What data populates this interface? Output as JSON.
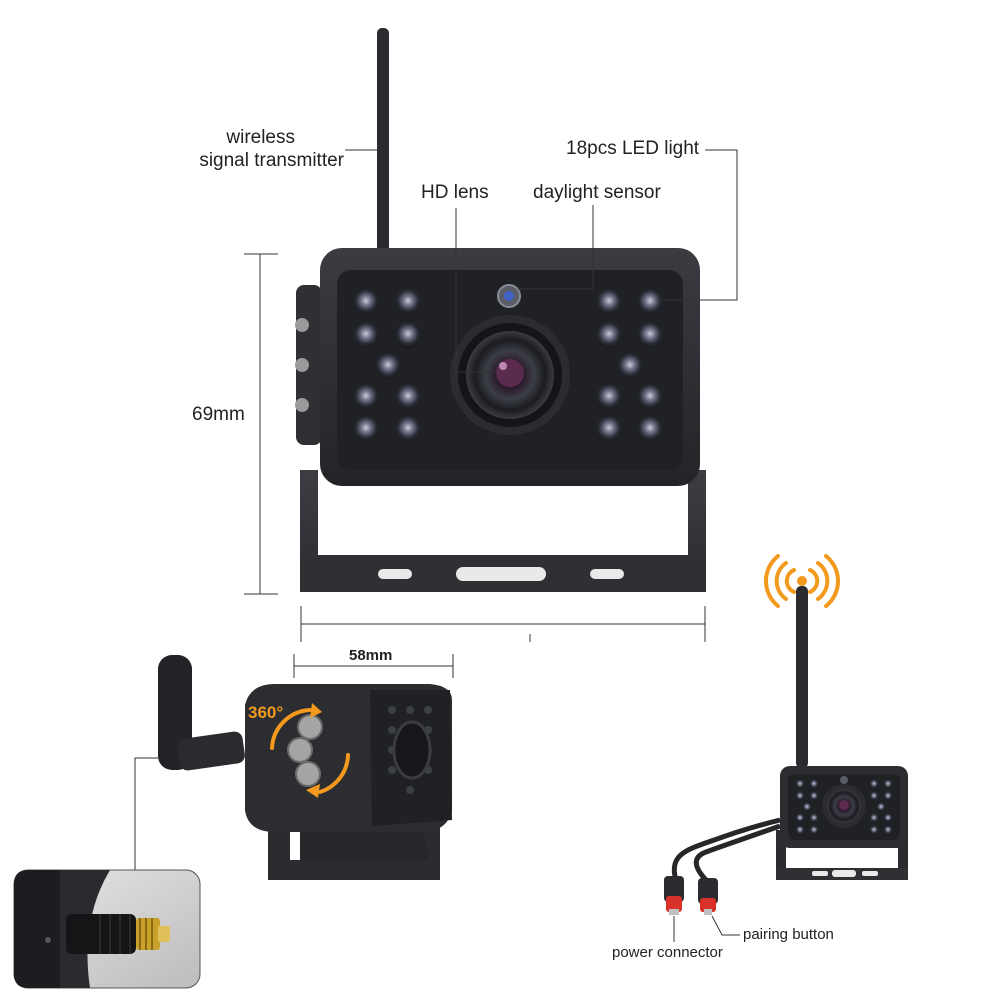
{
  "labels": {
    "wireless_line1": "wireless",
    "wireless_line2": "signal transmitter",
    "hd_lens": "HD lens",
    "daylight_sensor": "daylight sensor",
    "led_light": "18pcs LED light",
    "height": "69mm",
    "width": "58mm",
    "rotation": "360°",
    "power_connector": "power connector",
    "pairing_button": "pairing button"
  },
  "colors": {
    "camera_body": "#2b2d31",
    "camera_face": "#1e2023",
    "accent_orange": "#f39a1e",
    "line": "#333333",
    "antenna_tip": "#d4a017"
  },
  "icons": {
    "signal": "wireless-signal-icon",
    "rotate": "rotate-arrow-icon"
  }
}
